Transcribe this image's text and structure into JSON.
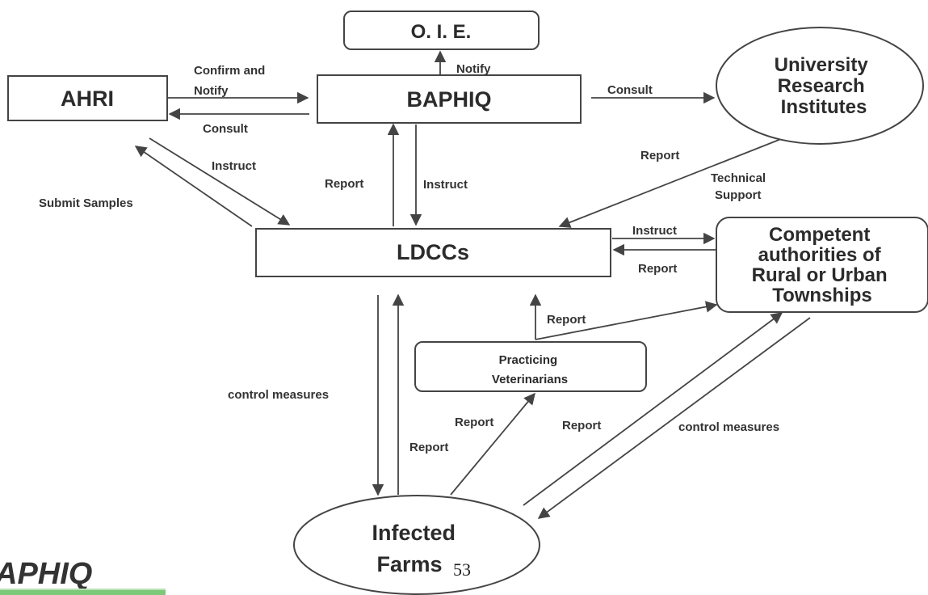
{
  "nodes": {
    "oie": "O. I. E.",
    "ahri": "AHRI",
    "baphiq": "BAPHIQ",
    "university": [
      "University",
      "Research",
      "Institutes"
    ],
    "ldccs": "LDCCs",
    "competent": [
      "Competent",
      "authorities of",
      "Rural or Urban",
      "Townships"
    ],
    "veterinarians": [
      "Practicing",
      "Veterinarians"
    ],
    "farms": [
      "Infected",
      "Farms"
    ]
  },
  "edges": {
    "confirm_notify": [
      "Confirm and",
      "Notify"
    ],
    "notify": "Notify",
    "consult_university": "Consult",
    "consult_ahri": "Consult",
    "instruct_ahri": "Instruct",
    "submit_samples": "Submit Samples",
    "report_ldccs_baphiq": "Report",
    "instruct_baphiq_ldccs": "Instruct",
    "report_university": "Report",
    "technical_support": [
      "Technical",
      "Support"
    ],
    "instruct_competent": "Instruct",
    "report_competent": "Report",
    "report_vet": "Report",
    "control_measures_left": "control measures",
    "report_farm_ldccs": "Report",
    "report_farm_vet": "Report",
    "report_farm_competent": "Report",
    "control_measures_right": "control measures"
  },
  "footer": {
    "logo": "APHIQ",
    "page_number": "53"
  }
}
